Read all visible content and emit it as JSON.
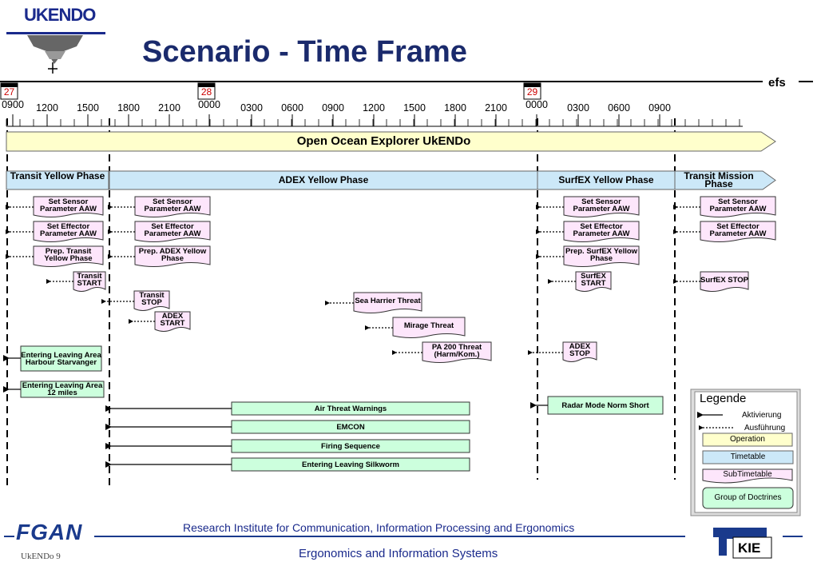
{
  "header": {
    "title": "Scenario - Time Frame",
    "brand": "efs",
    "logo_text": "UKENDO"
  },
  "timeline": {
    "days": [
      "27",
      "28",
      "29"
    ],
    "ticks": [
      "0900",
      "1200",
      "1500",
      "1800",
      "2100",
      "0000",
      "0300",
      "0600",
      "0900",
      "1200",
      "1500",
      "1800",
      "2100",
      "0000",
      "0300",
      "0600",
      "0900"
    ]
  },
  "operation": {
    "label": "Open Ocean Explorer UkENDo"
  },
  "phases": [
    {
      "label": "Transit Yellow Phase"
    },
    {
      "label": "ADEX Yellow Phase"
    },
    {
      "label": "SurfEX Yellow Phase"
    },
    {
      "label": "Transit Mission Phase"
    }
  ],
  "subtimetables": [
    {
      "label": "Set Sensor Parameter AAW"
    },
    {
      "label": "Set Effector Parameter AAW"
    },
    {
      "label": "Prep. Transit Yellow Phase"
    },
    {
      "label": "Transit START"
    },
    {
      "label": "Set Sensor Parameter AAW"
    },
    {
      "label": "Set Effector Parameter AAW"
    },
    {
      "label": "Prep. ADEX Yellow Phase"
    },
    {
      "label": "Transit STOP"
    },
    {
      "label": "ADEX START"
    },
    {
      "label": "Sea Harrier Threat"
    },
    {
      "label": "Mirage Threat"
    },
    {
      "label": "PA 200 Threat (Harm/Kom.)"
    },
    {
      "label": "Set Sensor Parameter AAW"
    },
    {
      "label": "Set Effector Parameter AAW"
    },
    {
      "label": "Prep. SurfEX Yellow Phase"
    },
    {
      "label": "SurfEX START"
    },
    {
      "label": "ADEX STOP"
    },
    {
      "label": "Set Sensor Parameter AAW"
    },
    {
      "label": "Set Effector Parameter AAW"
    },
    {
      "label": "SurfEX STOP"
    }
  ],
  "doctrines": [
    {
      "label": "Entering Leaving Area Harbour Starvanger"
    },
    {
      "label": "Entering Leaving Area 12 miles"
    },
    {
      "label": "Air Threat Warnings"
    },
    {
      "label": "EMCON"
    },
    {
      "label": "Firing Sequence"
    },
    {
      "label": "Entering Leaving Silkworm"
    },
    {
      "label": "Radar Mode Norm Short"
    }
  ],
  "legend": {
    "title": "Legende",
    "activation": "Aktivierung",
    "execution": "Ausführung",
    "operation": "Operation",
    "timetable": "Timetable",
    "subtimetable": "SubTimetable",
    "doctrines": "Group of Doctrines"
  },
  "footer": {
    "institute": "Research Institute for Communication, Information Processing and Ergonomics",
    "department": "Ergonomics and Information Systems",
    "slide": "UkENDo   9",
    "fgan": "FGAN",
    "kie": "KIE"
  },
  "colors": {
    "operation": "#ffffcc",
    "timetable": "#cce8f8",
    "subtimetable": "#fde6fb",
    "doctrine": "#ccffdd",
    "title": "#1a2a6c",
    "footer": "#1a2a8c"
  }
}
